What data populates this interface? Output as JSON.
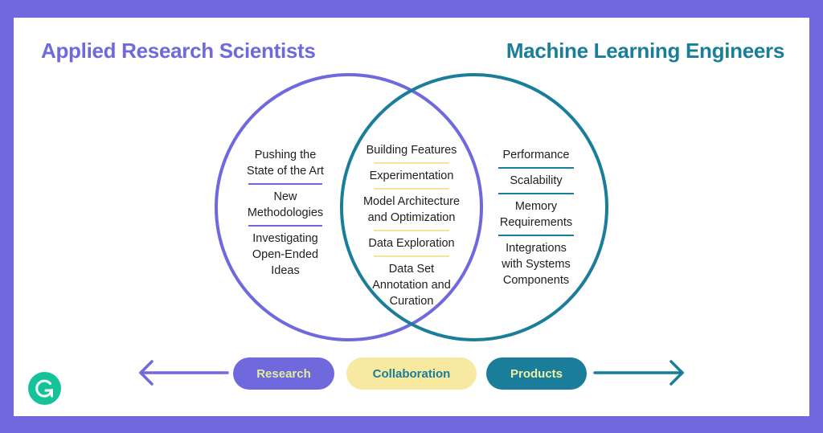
{
  "titles": {
    "left": "Applied Research Scientists",
    "right": "Machine Learning Engineers"
  },
  "colors": {
    "research": "#6f69dd",
    "engineering": "#1a7d99",
    "collaboration": "#f8e9a0",
    "logo": "#15c39a"
  },
  "venn": {
    "left_only": [
      "Pushing the State of the Art",
      "New Methodologies",
      "Investigating Open-Ended Ideas"
    ],
    "overlap": [
      "Building Features",
      "Experimentation",
      "Model Architecture and Optimization",
      "Data Exploration",
      "Data Set Annotation and Curation"
    ],
    "right_only": [
      "Performance",
      "Scalability",
      "Memory Requirements",
      "Integrations with Systems Components"
    ]
  },
  "left_items": [
    {
      "l1": "Pushing the",
      "l2": "State of the Art"
    },
    {
      "l1": "New",
      "l2": "Methodologies"
    },
    {
      "l1": "Investigating",
      "l2": "Open-Ended",
      "l3": "Ideas"
    }
  ],
  "mid_items": [
    {
      "l1": "Building Features"
    },
    {
      "l1": "Experimentation"
    },
    {
      "l1": "Model Architecture",
      "l2": "and Optimization"
    },
    {
      "l1": "Data Exploration"
    },
    {
      "l1": "Data Set",
      "l2": "Annotation and",
      "l3": "Curation"
    }
  ],
  "right_items": [
    {
      "l1": "Performance"
    },
    {
      "l1": "Scalability"
    },
    {
      "l1": "Memory",
      "l2": "Requirements"
    },
    {
      "l1": "Integrations",
      "l2": "with Systems",
      "l3": "Components"
    }
  ],
  "spectrum": {
    "left_arrow": "arrow-left",
    "research": "Research",
    "collaboration": "Collaboration",
    "products": "Products",
    "right_arrow": "arrow-right"
  },
  "logo": {
    "icon": "grammarly-g"
  }
}
